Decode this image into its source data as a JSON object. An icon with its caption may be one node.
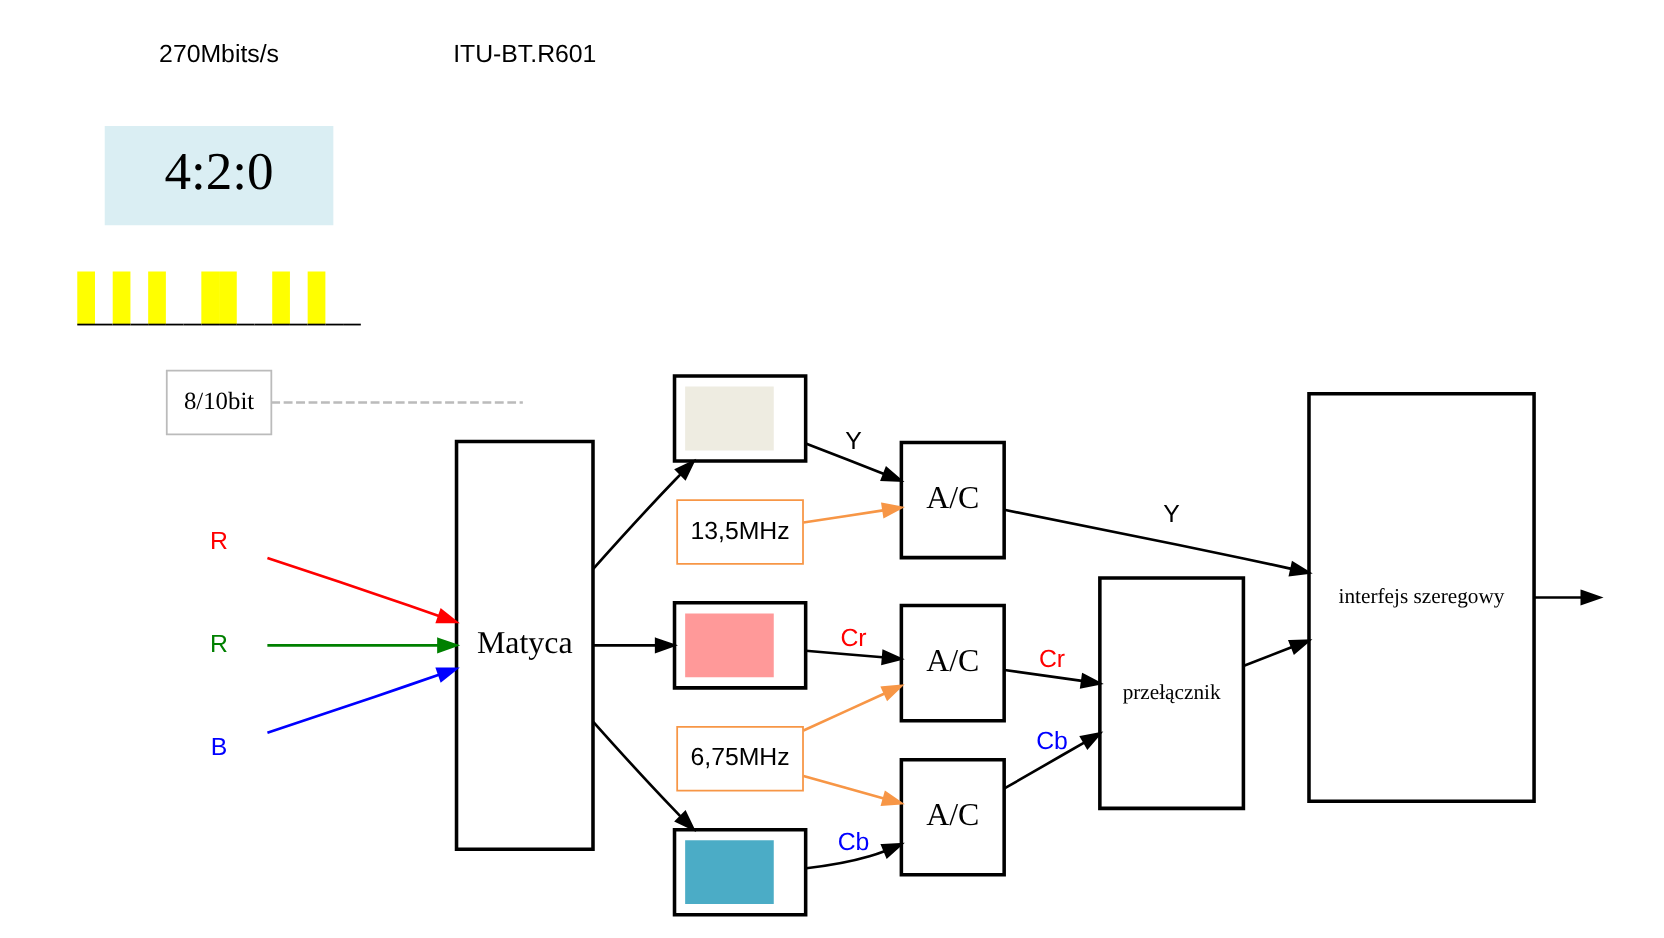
{
  "diagram": {
    "nodes": [
      {
        "text": [
          "R"
        ]
      },
      {
        "text": [
          "R"
        ]
      },
      {
        "text": [
          "B"
        ]
      },
      {
        "text": [
          "Matyca"
        ]
      },
      {
        "text": [],
        "shape": "picture"
      },
      {
        "text": [],
        "shape": "picture"
      },
      {
        "text": [],
        "shape": "picture"
      },
      {
        "text": [
          "A/C"
        ]
      },
      {
        "text": [
          "A/C"
        ]
      },
      {
        "text": [
          "A/C"
        ]
      },
      {
        "text": [
          "przełącznik"
        ]
      },
      {
        "text": [
          "interfejs szeregowy"
        ]
      },
      {
        "text": [
          "8/10bit"
        ]
      },
      {
        "text": [],
        "shape": "picture"
      },
      {
        "text": [
          "6,75MHz"
        ]
      },
      {
        "text": [
          "13,5MHz"
        ]
      },
      {
        "text": [
          "4:2:0"
        ]
      }
    ],
    "edges": [
      {
        "from": 0,
        "to": 3,
        "arrow": "to",
        "color": "#ff0000"
      },
      {
        "from": 1,
        "to": 3,
        "arrow": "to",
        "color": "#008000"
      },
      {
        "from": 2,
        "to": 3,
        "arrow": "to",
        "color": "#0000ff"
      },
      {
        "from": 3,
        "to": 4,
        "arrow": "to"
      },
      {
        "from": 3,
        "to": 5,
        "arrow": "to"
      },
      {
        "from": 3,
        "to": 6,
        "arrow": "to"
      },
      {
        "from": 4,
        "to": 7,
        "label": "Y",
        "arrow": "to"
      },
      {
        "from": 5,
        "to": 8,
        "label": "Cr",
        "arrow": "to"
      },
      {
        "from": 6,
        "to": 9,
        "label": "Cb",
        "arrow": "to"
      },
      {
        "from": 7,
        "to": 11,
        "label": "Y",
        "arrow": "to"
      },
      {
        "from": 8,
        "to": 10,
        "label": "Cr",
        "arrow": "to"
      },
      {
        "from": 9,
        "to": 10,
        "label": "Cb",
        "arrow": "to"
      },
      {
        "from": 10,
        "to": 11,
        "arrow": "to"
      },
      {
        "from": 11,
        "to": null,
        "arrow": "to"
      },
      {
        "from": 15,
        "to": 7,
        "arrow": "to",
        "color": "#f79646"
      },
      {
        "from": 14,
        "to": 8,
        "arrow": "to",
        "color": "#f79646"
      },
      {
        "from": 14,
        "to": 9,
        "arrow": "to",
        "color": "#f79646"
      },
      {
        "from": 12,
        "to": null,
        "arrow": "none",
        "style": "dashed",
        "color": "#bbbbbb"
      }
    ],
    "labels": [
      "270Mbits/s",
      "ITU-BT.R601"
    ]
  }
}
